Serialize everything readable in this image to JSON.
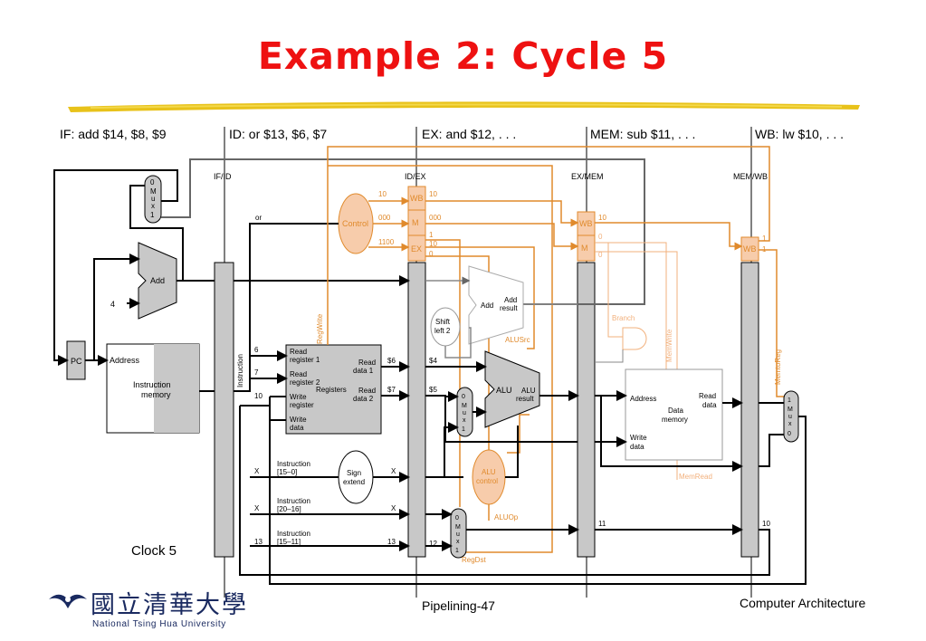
{
  "title": "Example 2: Cycle 5",
  "stages": {
    "if": "IF: add $14, $8, $9",
    "id": "ID: or $13, $6, $7",
    "ex": "EX: and $12, . . .",
    "mem": "MEM: sub $11, . . .",
    "wb": "WB: lw $10, . . ."
  },
  "pipeline_registers": [
    "IF/ID",
    "ID/EX",
    "EX/MEM",
    "MEM/WB"
  ],
  "blocks": {
    "pc": "PC",
    "add": "Add",
    "four": "4",
    "mux": [
      "M",
      "u",
      "x"
    ],
    "mux_sel": [
      "0",
      "1"
    ],
    "imem_address": "Address",
    "imem_name": [
      "Instruction",
      "memory"
    ],
    "instruction": "Instruction",
    "regs": [
      "Read",
      "register 1",
      "Read",
      "register 2",
      "Write",
      "register",
      "Write",
      "data",
      "Read",
      "data 1",
      "Read",
      "data 2",
      "Registers"
    ],
    "control": "Control",
    "shift": [
      "Shift",
      "left 2"
    ],
    "add_result": [
      "Add",
      "Add",
      "result"
    ],
    "alu": [
      "ALU",
      "ALU",
      "result"
    ],
    "alu_control": [
      "ALU",
      "control"
    ],
    "sign_extend": [
      "Sign",
      "extend"
    ],
    "dmem": [
      "Address",
      "Read",
      "data",
      "Data",
      "memory",
      "Write",
      "data"
    ],
    "ctl_fields": [
      "WB",
      "M",
      "EX"
    ]
  },
  "signals": {
    "regwrite": "RegWrite",
    "alusrc": "ALUSrc",
    "aluop": "ALUOp",
    "regdst": "RegDst",
    "branch": "Branch",
    "memwrite": "MemWrite",
    "memread": "MemRead",
    "memtoreg": "MemtoReg"
  },
  "values": {
    "or": "or",
    "wb_10": "10",
    "m_000": "000",
    "ex_1100": "1100",
    "ex_wb_10": "10",
    "ex_m_000": "000",
    "ex_ex_1": "1",
    "ex_ex_10": "10",
    "ex_ex_0": "0",
    "mem_wb_10": "10",
    "mem_m_0a": "0",
    "mem_m_0b": "0",
    "wb_1a": "1",
    "wb_1b": "1",
    "r6": "6",
    "r7": "7",
    "r10": "10",
    "d6": "$6",
    "d7": "$7",
    "d4": "$4",
    "d5": "$5",
    "x1": "X",
    "x2": "X",
    "x3": "X",
    "x4": "X",
    "n13": "13",
    "n13b": "13",
    "n12": "12",
    "n11": "11",
    "n10": "10",
    "f1": [
      "Instruction",
      "[15–0]"
    ],
    "f2": [
      "Instruction",
      "[20–16]"
    ],
    "f3": [
      "Instruction",
      "[15–11]"
    ]
  },
  "footer": {
    "clock": "Clock 5",
    "page": "Pipelining-47",
    "course": "Computer Architecture"
  },
  "logo": {
    "name_cjk": "國立清華大學",
    "name_en": "National Tsing Hua University"
  },
  "colors": {
    "title": "#ee1111",
    "control": "#e08a2c",
    "control_fill": "#f7ccab",
    "unit_fill": "#c8c8c8",
    "wire": "#000000"
  }
}
